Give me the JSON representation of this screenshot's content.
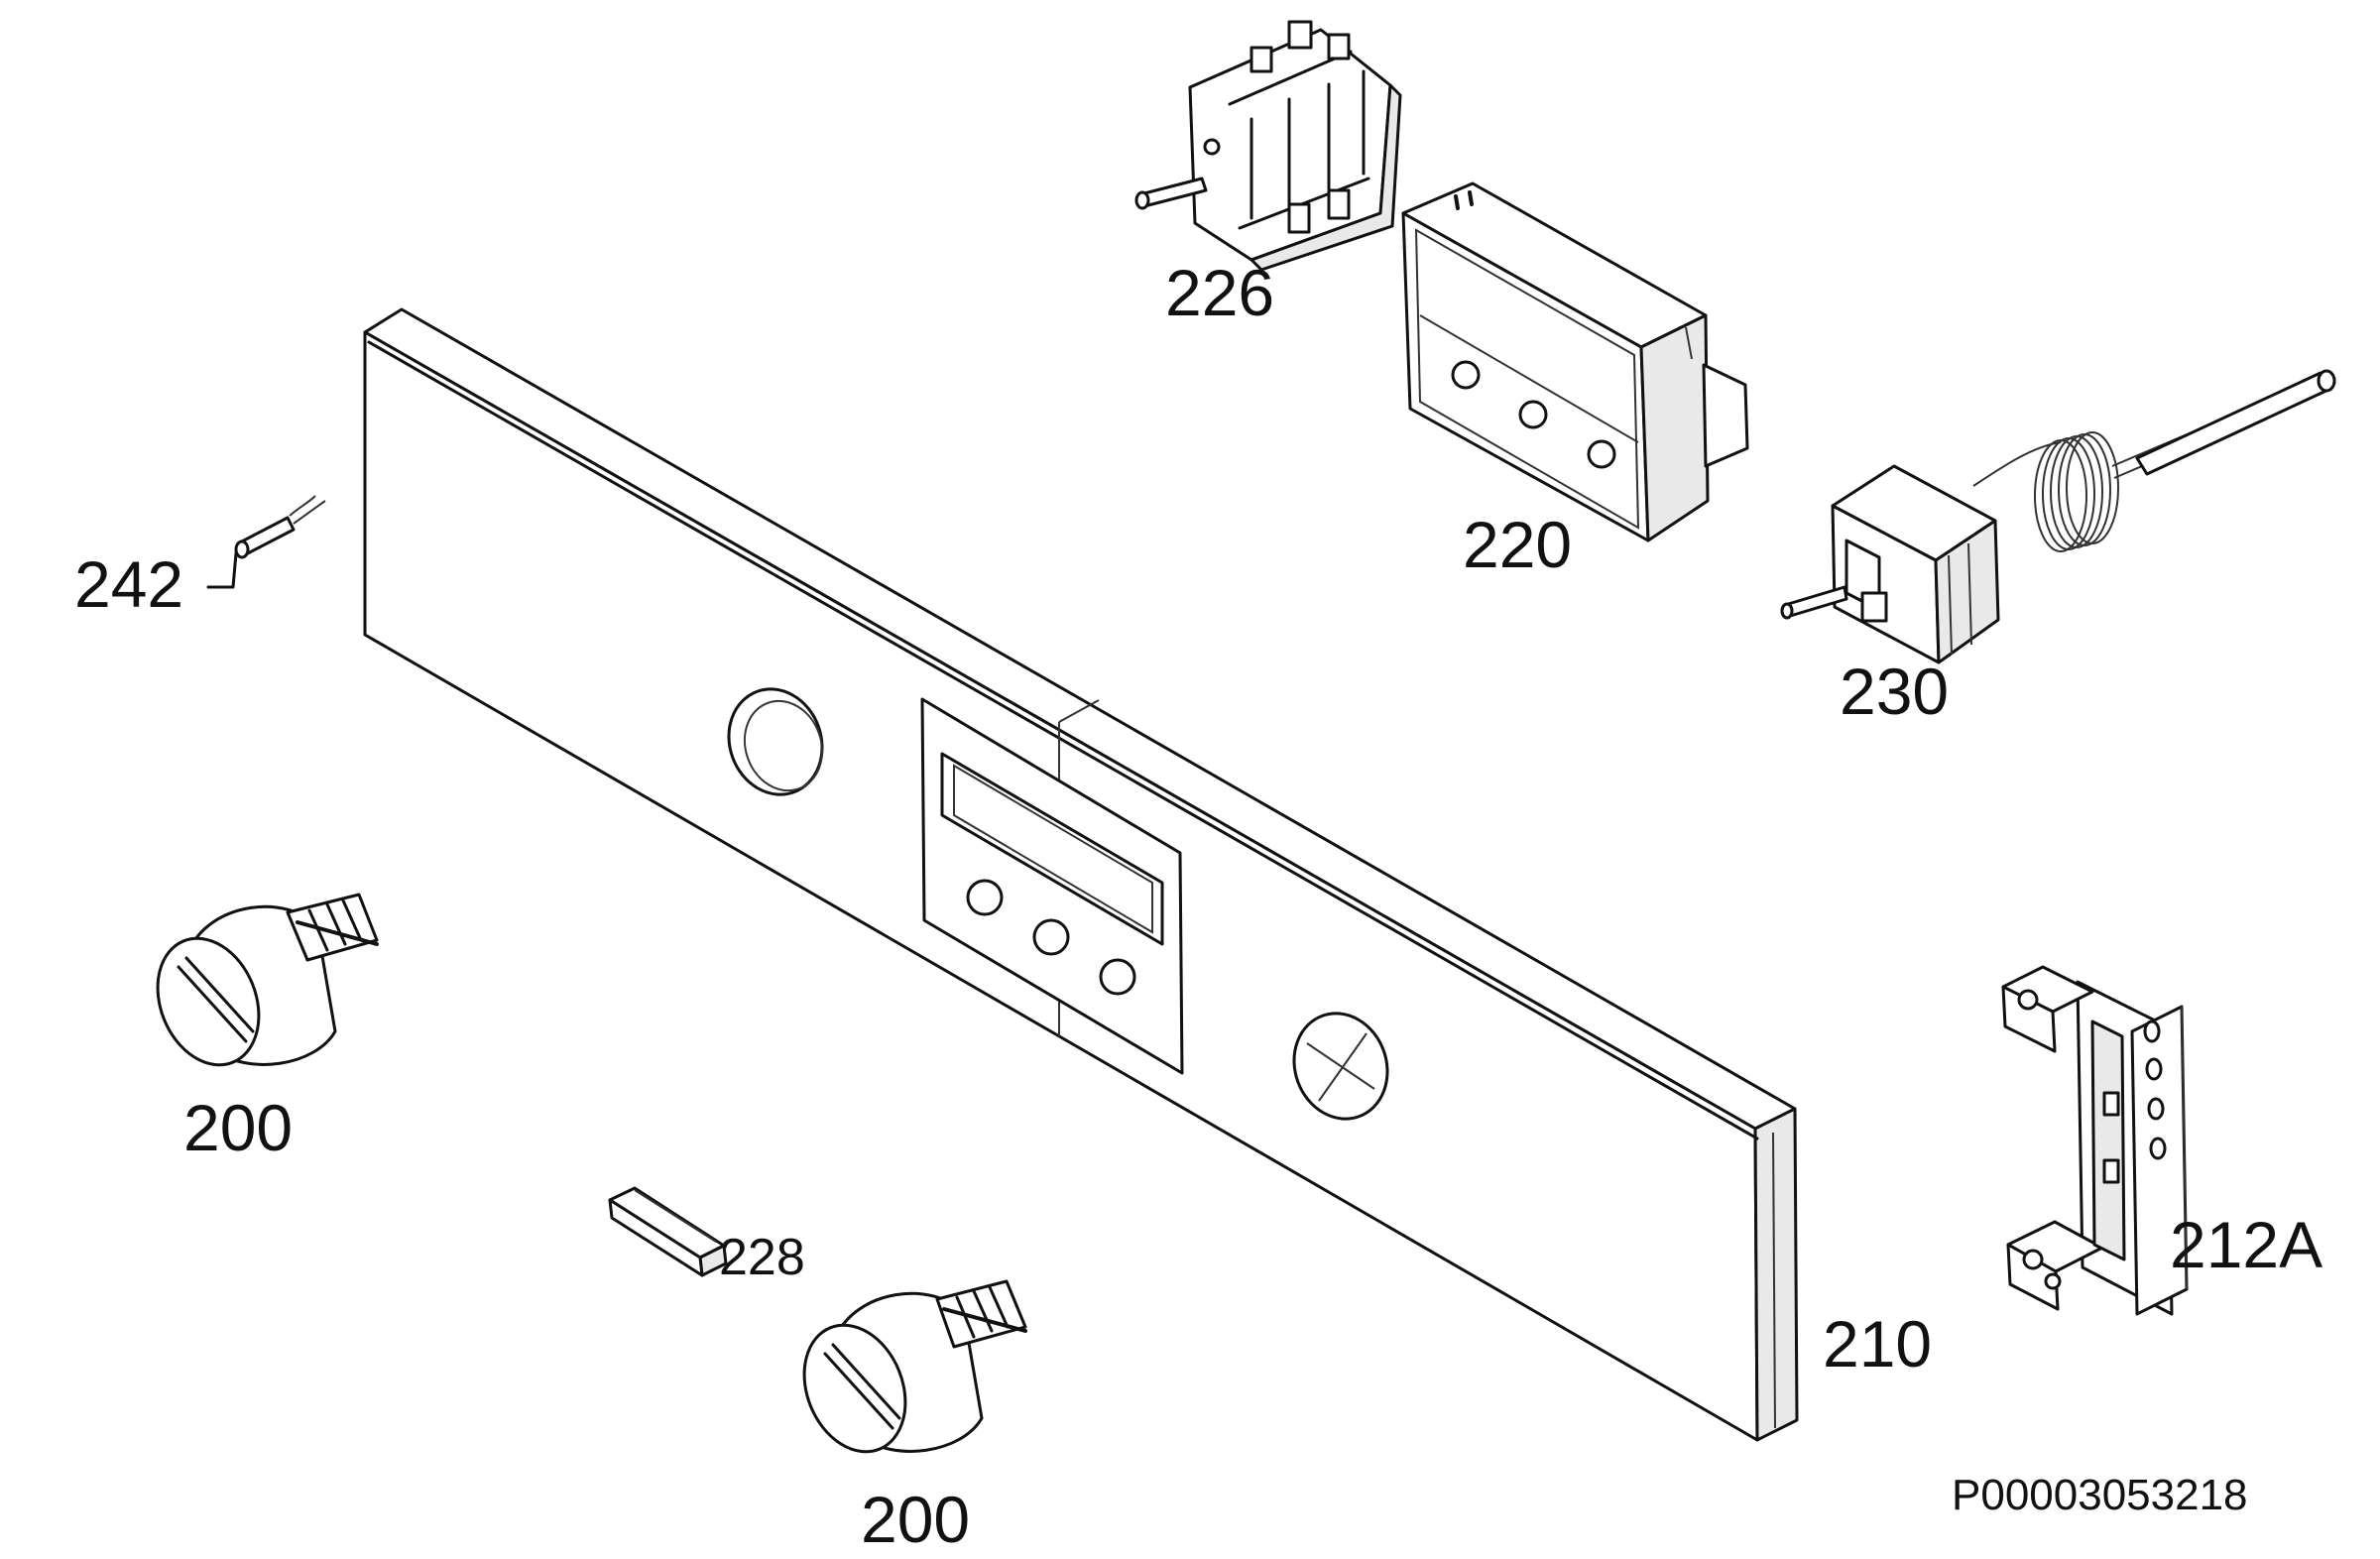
{
  "diagram": {
    "reference_code": "P00003053218",
    "parts": [
      {
        "id": "knob-left",
        "label": "200"
      },
      {
        "id": "knob-bottom",
        "label": "200"
      },
      {
        "id": "control-panel",
        "label": "210"
      },
      {
        "id": "bracket",
        "label": "212A"
      },
      {
        "id": "display-frame",
        "label": "220"
      },
      {
        "id": "selector-switch",
        "label": "226"
      },
      {
        "id": "spring-clip",
        "label": "228"
      },
      {
        "id": "thermostat",
        "label": "230"
      },
      {
        "id": "indicator-lamp",
        "label": "242"
      }
    ]
  }
}
